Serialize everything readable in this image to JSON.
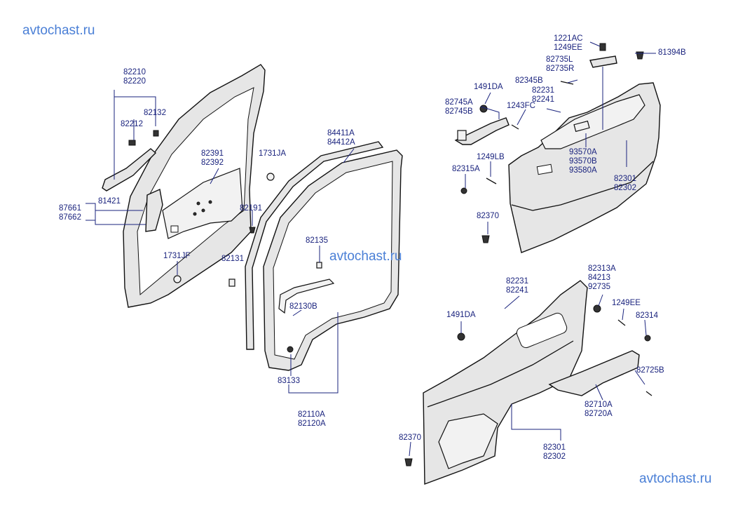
{
  "watermarks": {
    "top_left": "avtochast.ru",
    "center": "avtochast.ru",
    "bottom_right": "avtochast.ru"
  },
  "labels": {
    "l82210": "82210",
    "l82220": "82220",
    "l82132": "82132",
    "l82212": "82212",
    "l82391": "82391",
    "l82392": "82392",
    "l1731JA": "1731JA",
    "l87661": "87661",
    "l87662": "87662",
    "l81421": "81421",
    "l82191": "82191",
    "l1731JF": "1731JF",
    "l82131": "82131",
    "l84411A": "84411A",
    "l84412A": "84412A",
    "l82135": "82135",
    "l82130B": "82130B",
    "l83133": "83133",
    "l82110A": "82110A",
    "l82120A": "82120A",
    "l1221AC": "1221AC",
    "l1249EE_top": "1249EE",
    "l82735L": "82735L",
    "l82735R": "82735R",
    "l81394B": "81394B",
    "l82345B": "82345B",
    "l1491DA_top": "1491DA",
    "l82231_top": "82231",
    "l82241_top": "82241",
    "l82745A": "82745A",
    "l82745B": "82745B",
    "l1243FC": "1243FC",
    "l93570A": "93570A",
    "l93570B": "93570B",
    "l93580A": "93580A",
    "l1249LB": "1249LB",
    "l82315A": "82315A",
    "l82301_top": "82301",
    "l82302_top": "82302",
    "l82370_top": "82370",
    "l82231_bot": "82231",
    "l82241_bot": "82241",
    "l82313A": "82313A",
    "l84213": "84213",
    "l92735": "92735",
    "l1491DA_bot": "1491DA",
    "l1249EE_bot": "1249EE",
    "l82314": "82314",
    "l82725B": "82725B",
    "l82710A": "82710A",
    "l82720A": "82720A",
    "l82370_bot": "82370",
    "l82301_bot": "82301",
    "l82302_bot": "82302"
  }
}
